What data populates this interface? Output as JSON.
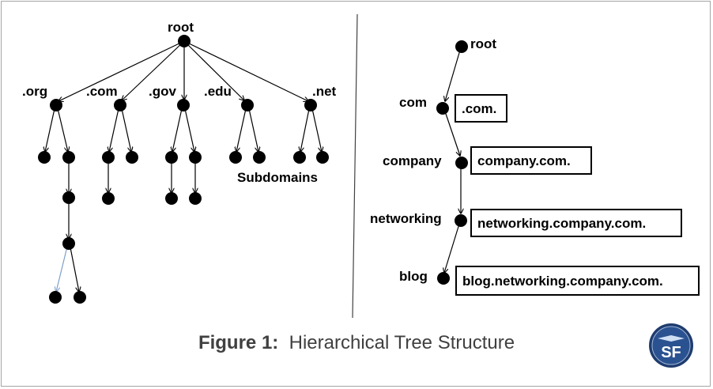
{
  "left_tree": {
    "root_label": "root",
    "tld_labels": [
      ".org",
      ".com",
      ".gov",
      ".edu",
      ".net"
    ],
    "subdomains_label": "Subdomains"
  },
  "right_chain": {
    "root_label": "root",
    "levels": [
      {
        "label": "com",
        "fqdn": ".com."
      },
      {
        "label": "company",
        "fqdn": "company.com."
      },
      {
        "label": "networking",
        "fqdn": "networking.company.com."
      },
      {
        "label": "blog",
        "fqdn": "blog.networking.company.com."
      }
    ]
  },
  "caption": {
    "number": "Figure 1:",
    "title": "Hierarchical Tree Structure"
  },
  "logo": {
    "text": "SF",
    "color": "#1f3c6e"
  },
  "colors": {
    "node": "#000000",
    "edge": "#000000",
    "highlight_edge": "#7f9fc7",
    "divider": "#404040"
  }
}
